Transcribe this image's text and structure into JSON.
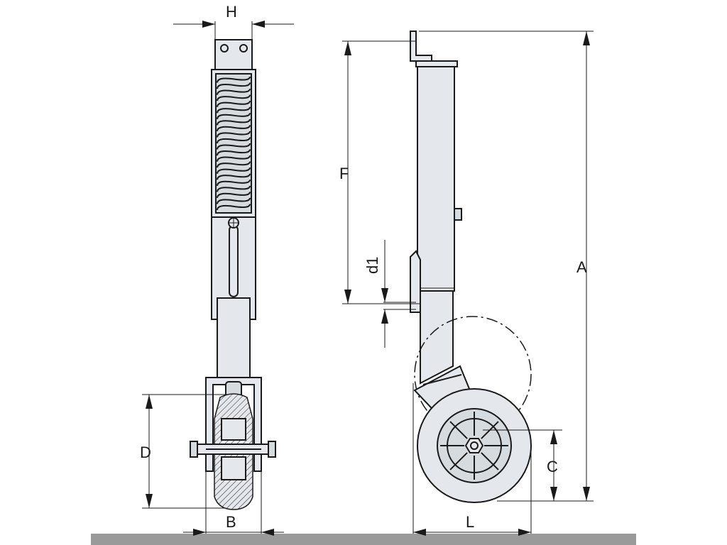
{
  "dimensions": {
    "H": "H",
    "F": "F",
    "d1": "d1",
    "A": "A",
    "D": "D",
    "C": "C",
    "B": "B",
    "L": "L"
  },
  "colors": {
    "ink": "#1a1a1a",
    "part_fill": "#e4e8ec",
    "ground": "#9a9a9a"
  }
}
